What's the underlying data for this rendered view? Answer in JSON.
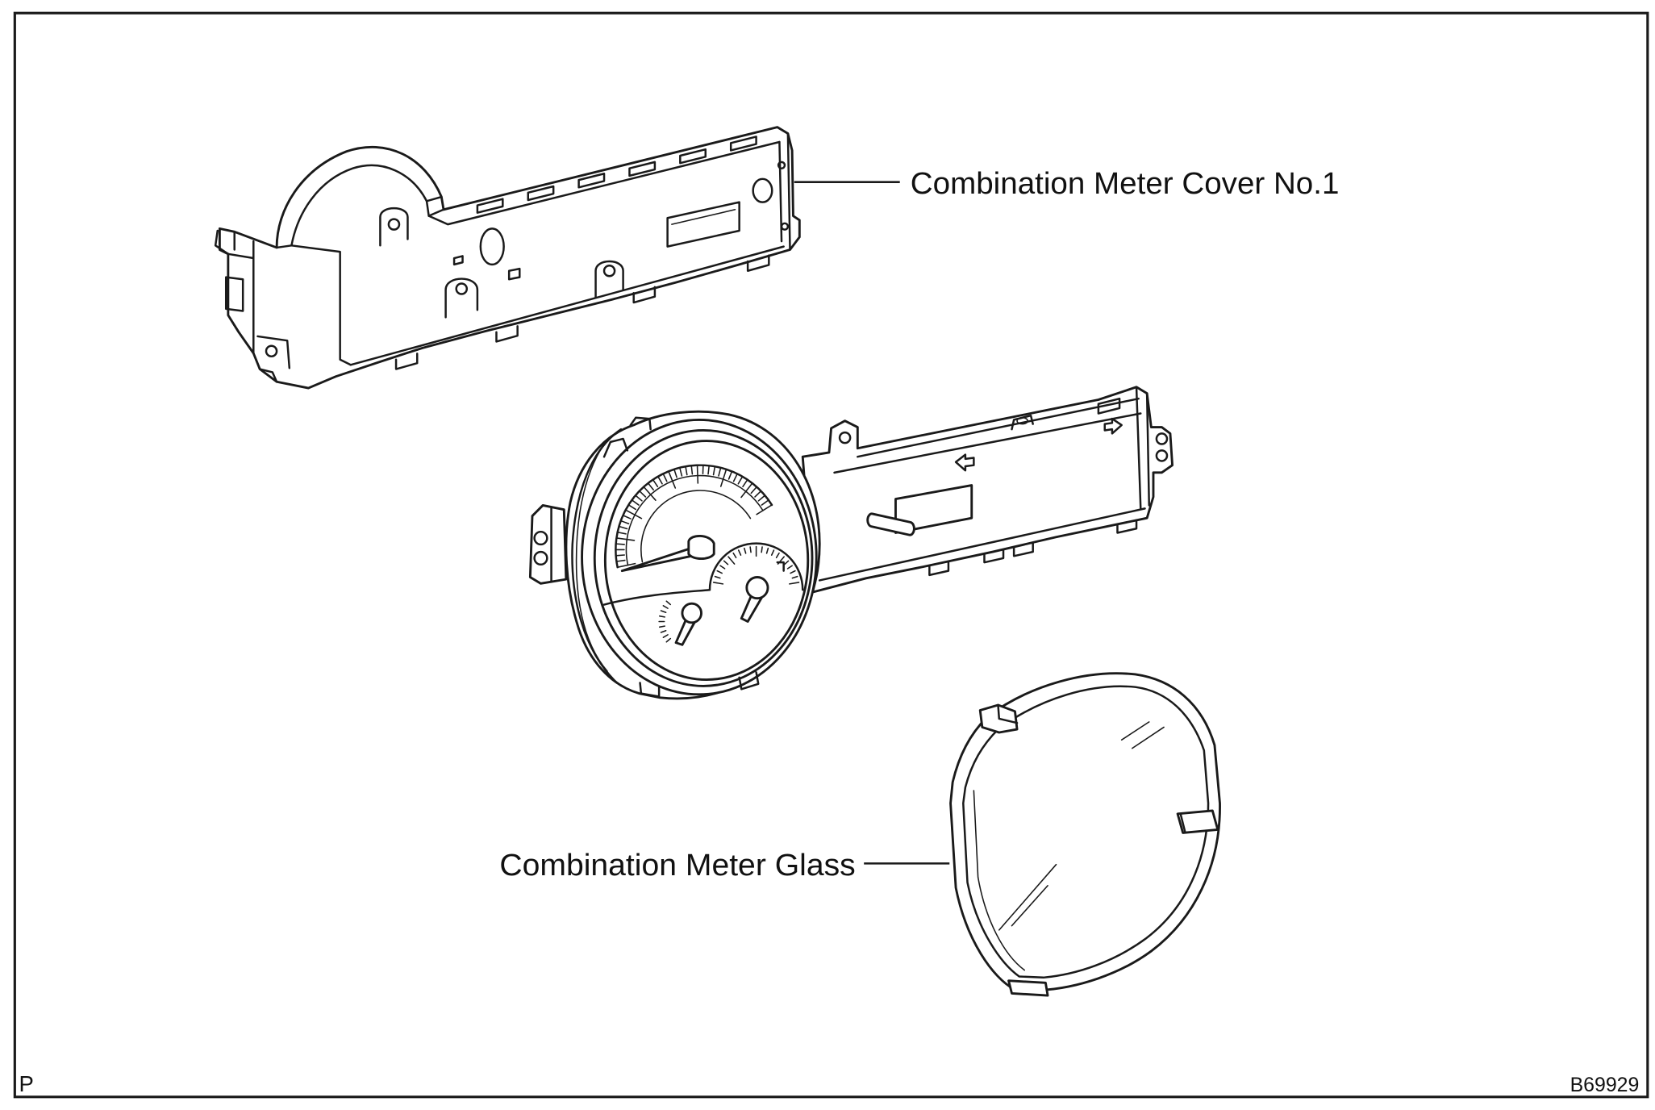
{
  "colors": {
    "line": "#1a1a1a",
    "background": "#ffffff"
  },
  "callouts": {
    "meter_cover": "Combination Meter Cover No.1",
    "meter_glass": "Combination Meter Glass"
  },
  "footer": {
    "page_mark": "P",
    "figure_id": "B69929"
  }
}
